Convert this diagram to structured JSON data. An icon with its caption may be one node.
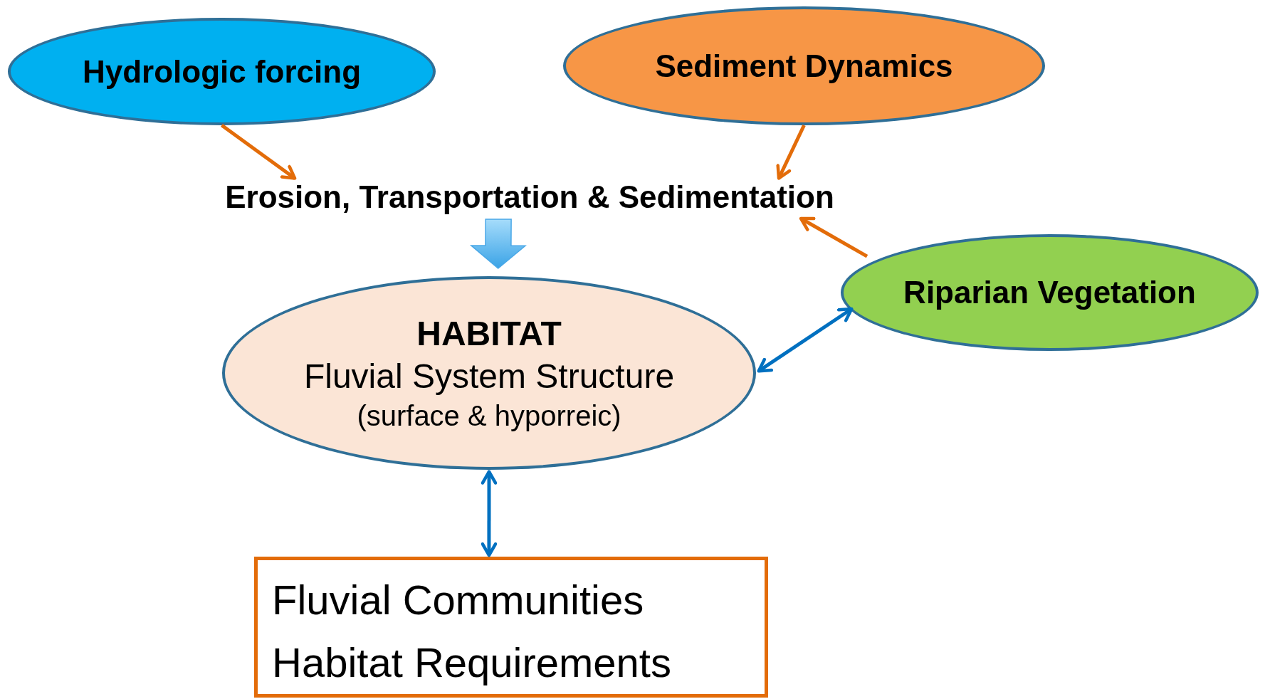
{
  "diagram": {
    "nodes": [
      {
        "text": [
          "Hydrologic forcing"
        ]
      },
      {
        "text": [
          "Sediment  Dynamics"
        ]
      },
      {
        "text": [
          "Erosion, Transportation  & Sedimentation"
        ]
      },
      {
        "text": [
          "HABITAT",
          "Fluvial System Structure",
          "(surface & hyporreic)"
        ]
      },
      {
        "text": [
          "Riparian Vegetation"
        ]
      },
      {
        "text": [
          "Fluvial Communities Habitat Requirements"
        ]
      }
    ],
    "edges": [
      {
        "from": 0,
        "to": 2,
        "arrow": "to",
        "color": "#e36c09"
      },
      {
        "from": 1,
        "to": 2,
        "arrow": "to",
        "color": "#e36c09"
      },
      {
        "from": 4,
        "to": 2,
        "arrow": "to",
        "color": "#e36c09"
      },
      {
        "from": 2,
        "to": 3,
        "arrow": "to",
        "style": "thick",
        "color": "#6cc4f5"
      },
      {
        "from": 3,
        "to": 4,
        "arrow": "both",
        "color": "#0070c0"
      },
      {
        "from": 3,
        "to": 5,
        "arrow": "both",
        "color": "#0070c0"
      }
    ]
  }
}
